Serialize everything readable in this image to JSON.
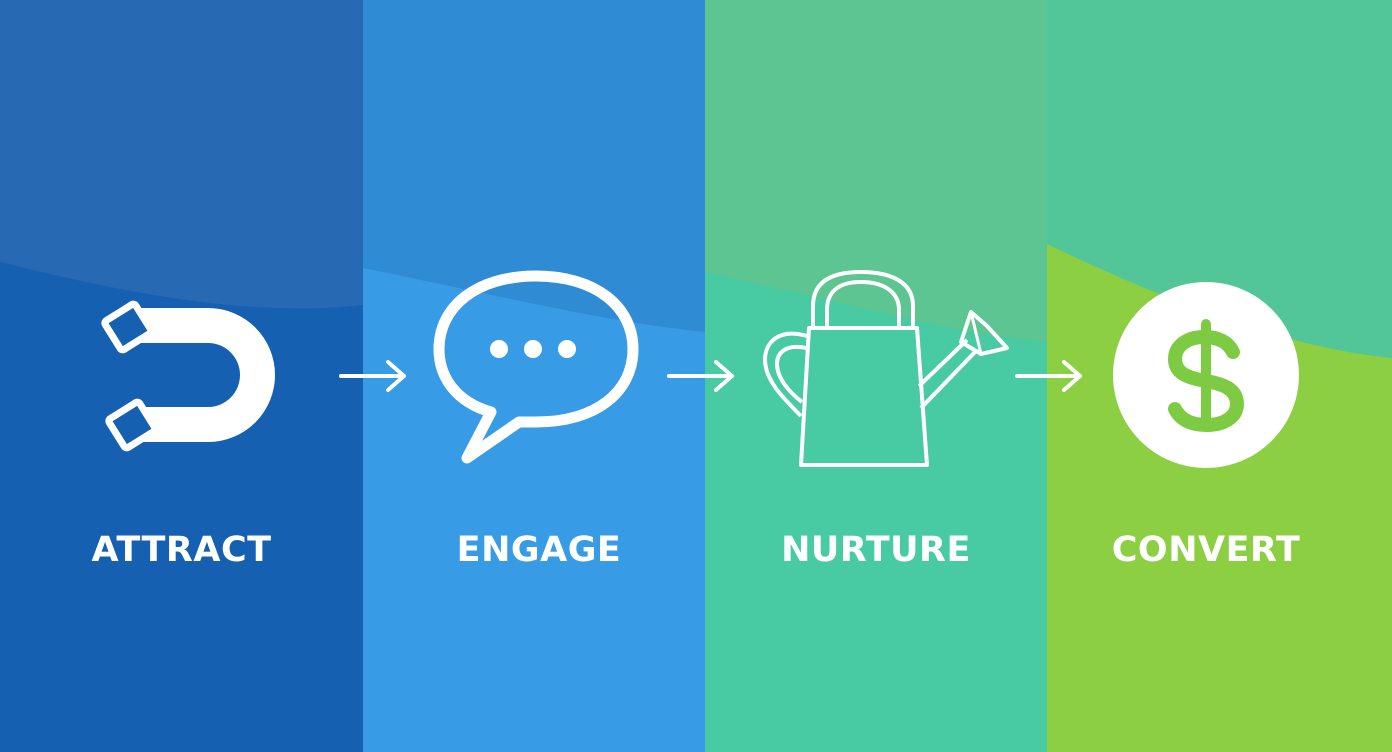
{
  "stages": [
    {
      "label": "ATTRACT",
      "icon": "magnet-icon"
    },
    {
      "label": "ENGAGE",
      "icon": "chat-bubble-icon"
    },
    {
      "label": "NURTURE",
      "icon": "watering-can-icon"
    },
    {
      "label": "CONVERT",
      "icon": "dollar-coin-icon"
    }
  ],
  "connectors": [
    "arrow-right-icon",
    "arrow-right-icon",
    "arrow-right-icon"
  ],
  "colors": {
    "attract": "#1660b1",
    "engage": "#379be6",
    "nurture": "#48cba2",
    "convert": "#8ccf42",
    "dollar_sign": "#7ccb43",
    "foreground": "#ffffff"
  }
}
